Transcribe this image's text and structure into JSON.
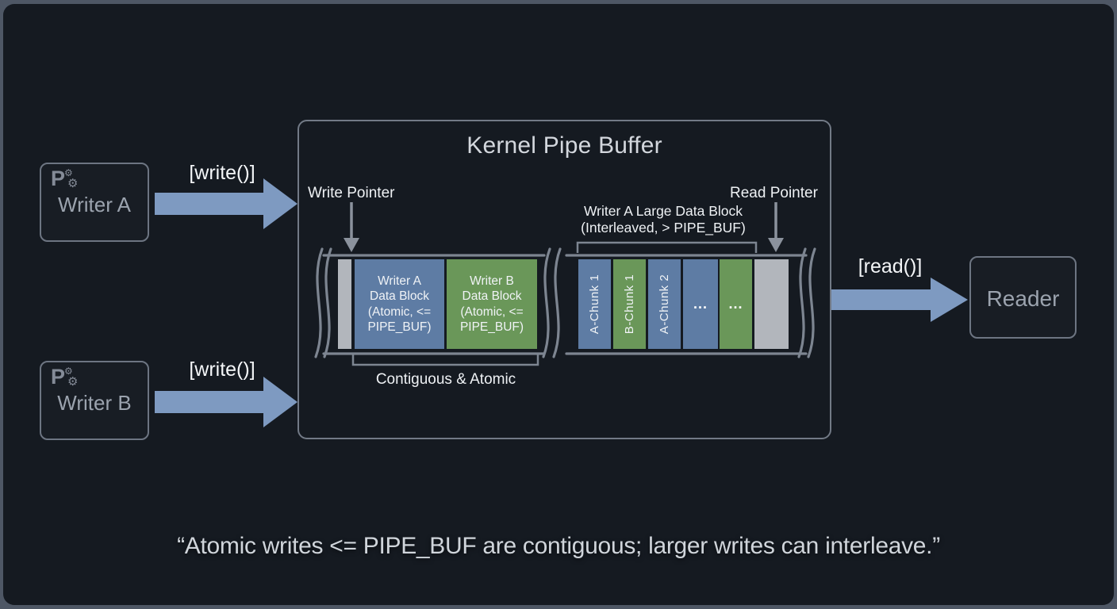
{
  "colors": {
    "canvas_outer": "#4e5765",
    "canvas_panel": "#151a21",
    "block_blue": "#5e7ca4",
    "block_green": "#6a9759",
    "block_gray": "#b2b6bc",
    "big_arrow_blue": "#7e9ac1",
    "pointer_arrow_gray": "#8b929d",
    "line_gray": "#7d8591"
  },
  "icons": {
    "process_letter": "P",
    "gear": "⚙"
  },
  "writer_a": {
    "label": "Writer A",
    "call_label": "[write()]"
  },
  "writer_b": {
    "label": "Writer B",
    "call_label": "[write()]"
  },
  "reader": {
    "label": "Reader",
    "call_label": "[read()]"
  },
  "buffer": {
    "title": "Kernel Pipe Buffer",
    "write_pointer_label": "Write Pointer",
    "read_pointer_label": "Read Pointer",
    "interleaved_note": {
      "line1": "Writer A Large Data Block",
      "line2": "(Interleaved, > PIPE_BUF)"
    },
    "contiguous_note": "Contiguous & Atomic",
    "block_a": {
      "lines": [
        "Writer A",
        "Data Block",
        "(Atomic, <=",
        "PIPE_BUF)"
      ]
    },
    "block_b": {
      "lines": [
        "Writer B",
        "Data Block",
        "(Atomic, <=",
        "PIPE_BUF)"
      ]
    },
    "chunks": [
      {
        "label": "A-Chunk 1"
      },
      {
        "label": "B-Chunk 1"
      },
      {
        "label": "A-Chunk 2"
      },
      {
        "label": "..."
      },
      {
        "label": "..."
      }
    ]
  },
  "caption": "“Atomic writes <= PIPE_BUF are contiguous; larger writes can interleave.”"
}
